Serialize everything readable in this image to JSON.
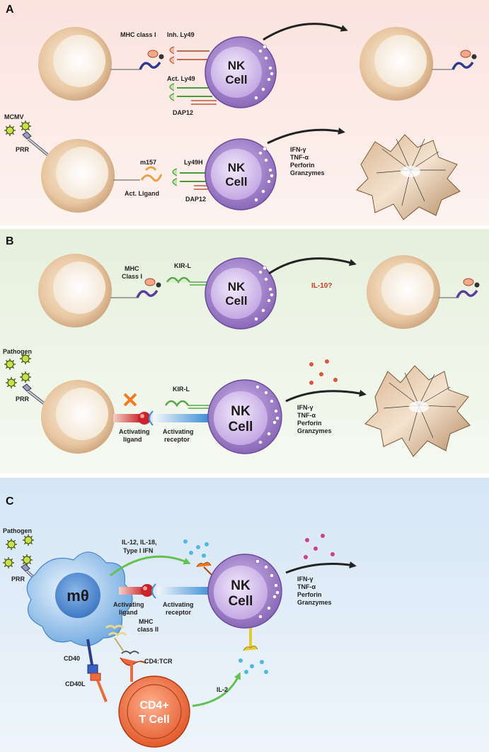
{
  "panels": {
    "a": {
      "letter": "A",
      "top": {
        "mhc_label": "MHC class I",
        "inh_label": "Inh. Ly49",
        "act_label": "Act. Ly49",
        "dap_label": "DAP12",
        "nk_line1": "NK",
        "nk_line2": "Cell"
      },
      "bottom": {
        "virus_label": "MCMV",
        "prr_label": "PRR",
        "m157_label": "m157",
        "ligand_label": "Act. Ligand",
        "ly49h_label": "Ly49H",
        "dap_label": "DAP12",
        "nk_line1": "NK",
        "nk_line2": "Cell",
        "cytokines": [
          "IFN-γ",
          "TNF-α",
          "Perforin",
          "Granzymes"
        ]
      }
    },
    "b": {
      "letter": "B",
      "top": {
        "mhc_line1": "MHC",
        "mhc_line2": "Class I",
        "kir_label": "KIR-L",
        "nk_line1": "NK",
        "nk_line2": "Cell",
        "il10_label": "IL-10?"
      },
      "bottom": {
        "pathogen_label": "Pathogen",
        "prr_label": "PRR",
        "kir_label": "KIR-L",
        "act_ligand_line1": "Activating",
        "act_ligand_line2": "ligand",
        "act_receptor_line1": "Activating",
        "act_receptor_line2": "receptor",
        "nk_line1": "NK",
        "nk_line2": "Cell",
        "cytokines": [
          "IFN-γ",
          "TNF-α",
          "Perforin",
          "Granzymes"
        ]
      }
    },
    "c": {
      "letter": "C",
      "pathogen_label": "Pathogen",
      "prr_label": "PRR",
      "macrophage_label": "mθ",
      "il12_line1": "IL-12, IL-18,",
      "il12_line2": "Type I IFN",
      "act_ligand_line1": "Activating",
      "act_ligand_line2": "ligand",
      "act_receptor_line1": "Activating",
      "act_receptor_line2": "receptor",
      "mhc2_line1": "MHC",
      "mhc2_line2": "class II",
      "cd40_label": "CD40",
      "cd40l_label": "CD40L",
      "cd4tcr_label": "CD4:TCR",
      "il2_label": "IL-2",
      "tcell_line1": "CD4+",
      "tcell_line2": "T Cell",
      "nk_line1": "NK",
      "nk_line2": "Cell",
      "cytokines": [
        "IFN-γ",
        "TNF-α",
        "Perforin",
        "Granzymes"
      ]
    }
  },
  "colors": {
    "panel_a_bg": "#fbe8e4",
    "panel_b_bg": "#eaf2e3",
    "panel_c_bg": "#dce9f5",
    "nk_purple": "#9b7cc4",
    "cell_tan": "#e7c9a6",
    "il10_red": "#d23a1e",
    "cross_orange": "#f07a1a",
    "tcell_orange": "#ee6a3c",
    "arrow_green": "#66c050"
  }
}
